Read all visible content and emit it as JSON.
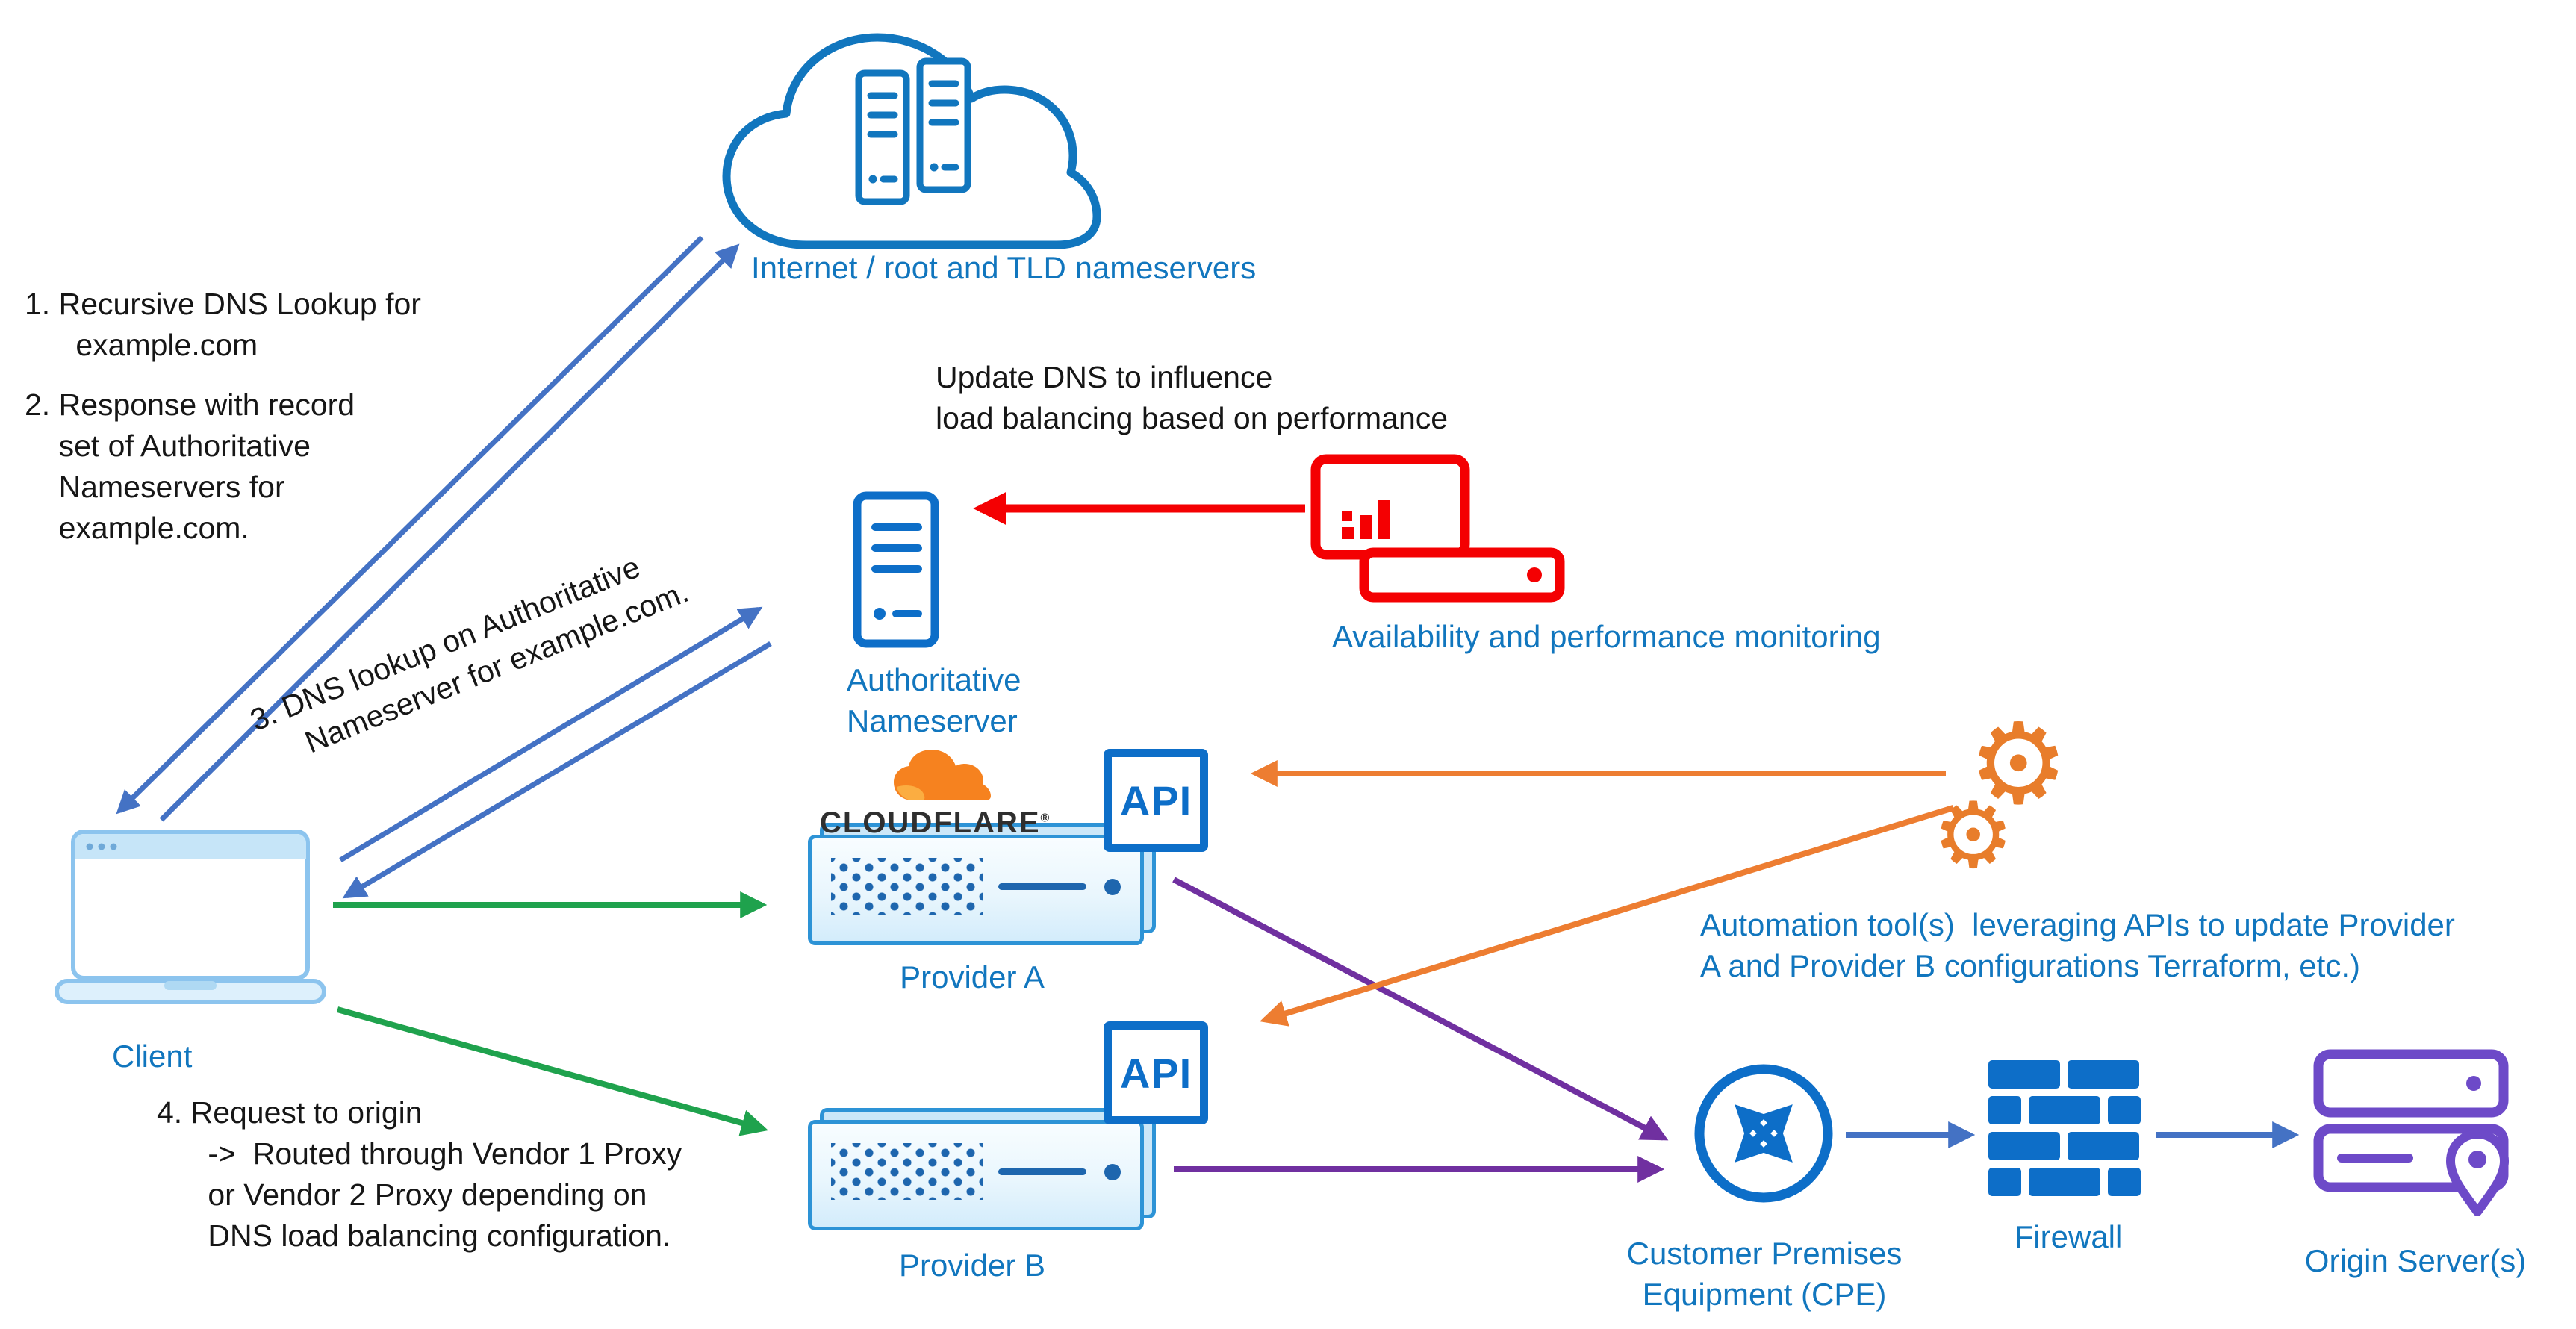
{
  "labels": {
    "internet": "Internet / root and TLD nameservers",
    "client": "Client",
    "authoritative_ns": "Authoritative\nNameserver",
    "update_dns": "Update DNS to influence\nload balancing based on performance",
    "monitoring": "Availability and performance monitoring",
    "cloudflare": "CLOUDFLARE",
    "cloudflare_reg": "®",
    "api": "API",
    "provider_a": "Provider A",
    "provider_b": "Provider B",
    "automation": "Automation tool(s)  leveraging APIs to update Provider\nA and Provider B configurations Terraform, etc.)",
    "cpe": "Customer Premises\nEquipment (CPE)",
    "firewall": "Firewall",
    "origin": "Origin Server(s)"
  },
  "notes": {
    "step1": "1. Recursive DNS Lookup for\n      example.com",
    "step2": "2. Response with record\n    set of Authoritative\n    Nameservers for\n    example.com.",
    "step3": "3. DNS lookup on Authoritative\n     Nameserver for example.com.",
    "step4": "4. Request to origin\n      ->  Routed through Vendor 1 Proxy\n      or Vendor 2 Proxy depending on\n      DNS load balancing configuration."
  },
  "icons": {
    "gear": "⚙"
  },
  "colors": {
    "label_blue": "#1176BE",
    "icon_blue": "#0D6EC8",
    "arrow_blue": "#4472C4",
    "green": "#1FA24D",
    "red": "#F40002",
    "orange": "#ED7D31",
    "purple": "#7030A0",
    "origin_purple": "#6D4AC8",
    "cloudflare_orange": "#F6821F"
  }
}
